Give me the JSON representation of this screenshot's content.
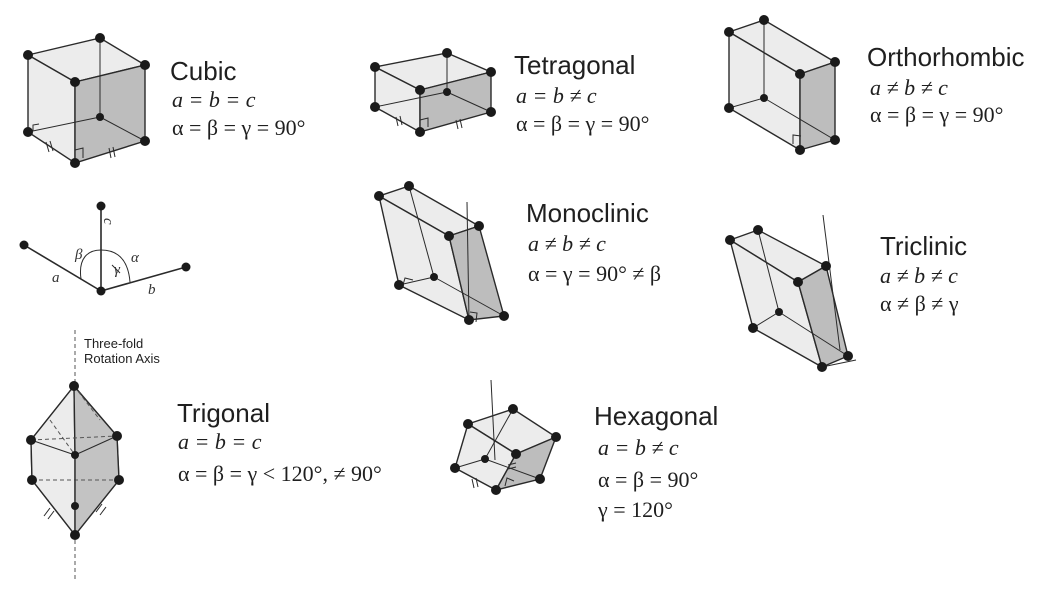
{
  "systems": {
    "cubic": {
      "name": "Cubic",
      "lattice": "a = b = c",
      "angles": "α = β = γ = 90°"
    },
    "tetragonal": {
      "name": "Tetragonal",
      "lattice": "a = b ≠ c",
      "angles": "α = β = γ = 90°"
    },
    "orthorhombic": {
      "name": "Orthorhombic",
      "lattice": "a ≠ b ≠ c",
      "angles": "α = β = γ = 90°"
    },
    "monoclinic": {
      "name": "Monoclinic",
      "lattice": "a ≠ b ≠ c",
      "angles": "α = γ = 90° ≠ β"
    },
    "triclinic": {
      "name": "Triclinic",
      "lattice": "a ≠ b ≠ c",
      "angles": "α ≠ β ≠ γ"
    },
    "trigonal": {
      "name": "Trigonal",
      "lattice": "a = b = c",
      "angles": "α = β = γ < 120°, ≠ 90°"
    },
    "hexagonal": {
      "name": "Hexagonal",
      "lattice": "a = b ≠ c",
      "angles": "α = β = 90°",
      "angles2": "γ = 120°"
    }
  },
  "axes_diagram": {
    "a": "a",
    "b": "b",
    "c": "c",
    "alpha": "α",
    "beta": "β",
    "gamma": "γ"
  },
  "trigonal_axis_label": [
    "Three-fold",
    "Rotation Axis"
  ],
  "colors": {
    "stroke": "#2a2a2a",
    "face_light": "#ececec",
    "face_dark": "#bdbdbd",
    "atom": "#1a1a1a"
  }
}
